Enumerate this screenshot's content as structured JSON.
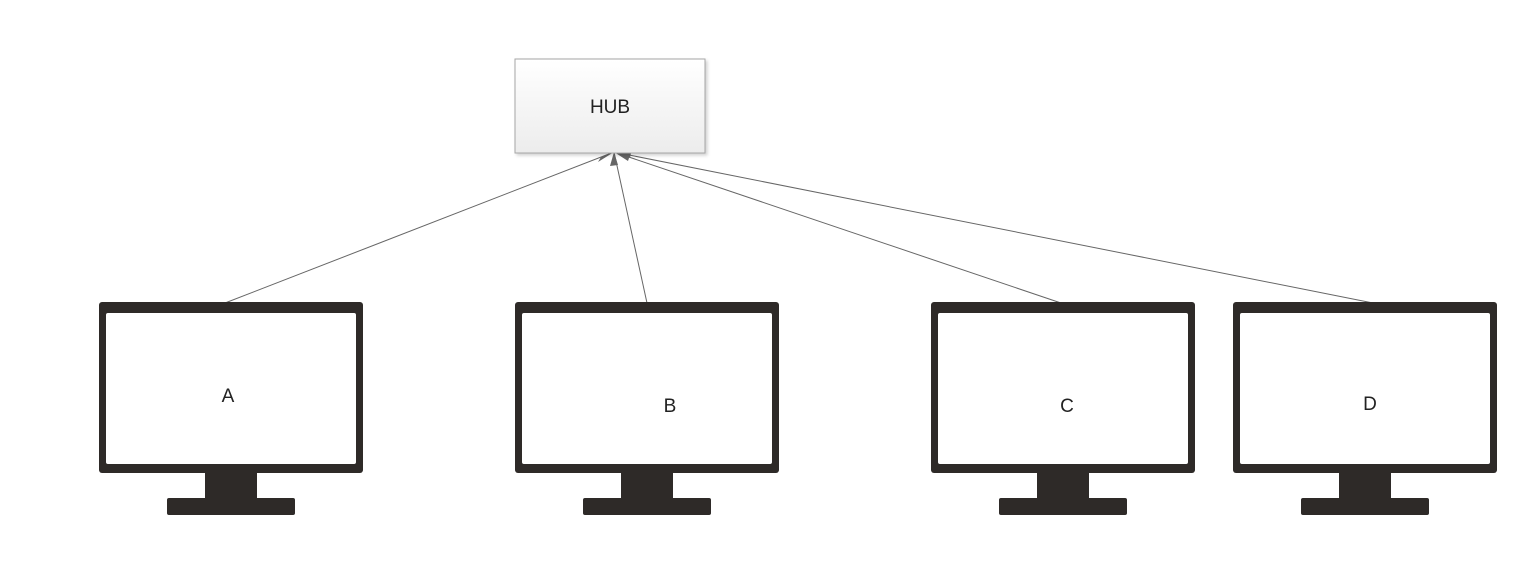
{
  "hub": {
    "label": "HUB"
  },
  "monitors": [
    {
      "id": "a",
      "label": "A"
    },
    {
      "id": "b",
      "label": "B"
    },
    {
      "id": "c",
      "label": "C"
    },
    {
      "id": "d",
      "label": "D"
    }
  ],
  "connections": [
    {
      "from": "A",
      "to": "HUB"
    },
    {
      "from": "B",
      "to": "HUB"
    },
    {
      "from": "C",
      "to": "HUB"
    },
    {
      "from": "D",
      "to": "HUB"
    }
  ],
  "colors": {
    "background": "#ffffff",
    "monitor_frame": "#2e2a28",
    "screen": "#ffffff",
    "hub_fill_top": "#ffffff",
    "hub_fill_bottom": "#ececec",
    "hub_border": "#a6a6a6",
    "line": "#666666",
    "text": "#222222"
  }
}
